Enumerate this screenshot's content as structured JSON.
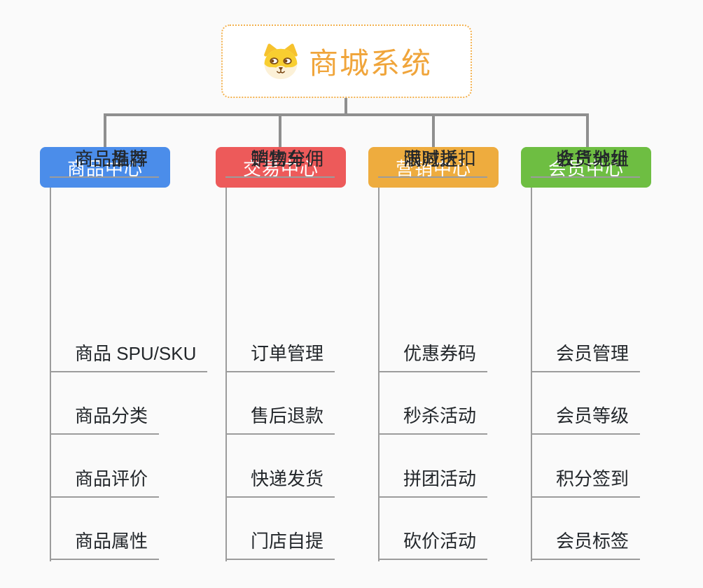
{
  "root": {
    "title": "商城系统",
    "icon": "dog-face-icon"
  },
  "branches": [
    {
      "label": "商品中心",
      "color": "#4B8DEA",
      "items": [
        "商品 SPU/SKU",
        "商品分类",
        "商品评价",
        "商品属性",
        "商品推荐",
        "商品品牌"
      ]
    },
    {
      "label": "交易中心",
      "color": "#ED5A5A",
      "items": [
        "订单管理",
        "售后退款",
        "快递发货",
        "门店自提",
        "购物车",
        "销售分佣"
      ]
    },
    {
      "label": "营销中心",
      "color": "#EEAC3E",
      "items": [
        "优惠券码",
        "秒杀活动",
        "拼团活动",
        "砍价活动",
        "限时折扣",
        "满减送"
      ]
    },
    {
      "label": "会员中心",
      "color": "#6EBE42",
      "items": [
        "会员管理",
        "会员等级",
        "积分签到",
        "会员标签",
        "会员分组",
        "收货地址"
      ]
    }
  ],
  "colors": {
    "background": "#FAFAFA",
    "root_border": "#F3B14E",
    "root_title": "#F0A53B",
    "connector": "#8F8F8F",
    "branch_line": "#9C9C9C",
    "leaf_text": "#23272B"
  }
}
